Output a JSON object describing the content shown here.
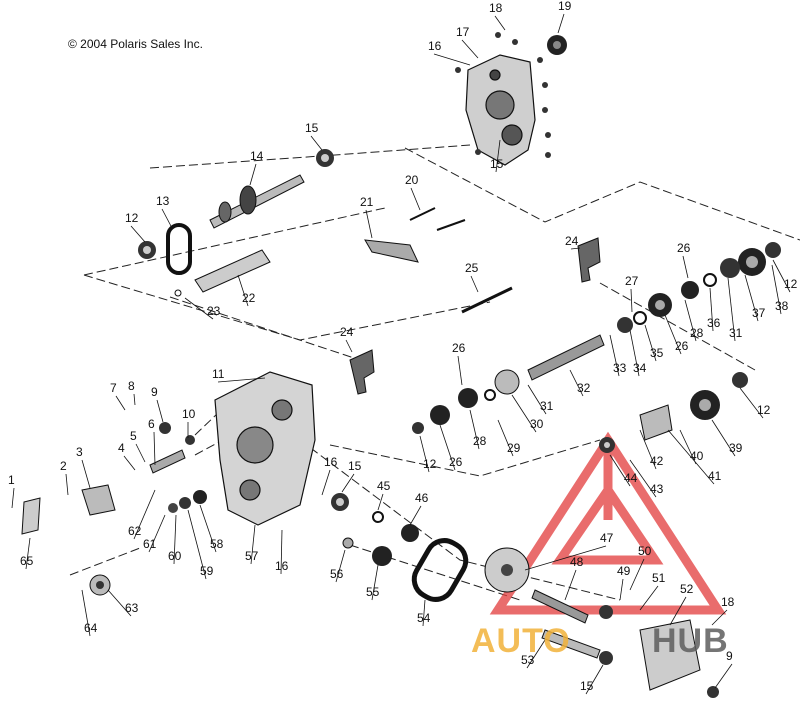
{
  "copyright": "© 2004 Polaris Sales Inc.",
  "watermark": {
    "part1": "AUTO",
    "part2": "HUB",
    "colors": {
      "triangle": "#e23b3b",
      "text_a": "#f2b23a",
      "text_b": "#5e5e5e"
    }
  },
  "callouts": [
    "1",
    "2",
    "3",
    "4",
    "5",
    "6",
    "7",
    "8",
    "9",
    "10",
    "11",
    "12",
    "13",
    "14",
    "15",
    "16",
    "17",
    "18",
    "19",
    "20",
    "21",
    "22",
    "23",
    "24",
    "25",
    "26",
    "27",
    "28",
    "29",
    "30",
    "31",
    "32",
    "33",
    "34",
    "35",
    "36",
    "37",
    "38",
    "39",
    "40",
    "41",
    "42",
    "43",
    "44",
    "45",
    "46",
    "47",
    "48",
    "49",
    "50",
    "51",
    "52",
    "53",
    "54",
    "55",
    "56",
    "57",
    "58",
    "59",
    "60",
    "61",
    "62",
    "63",
    "64",
    "65"
  ]
}
